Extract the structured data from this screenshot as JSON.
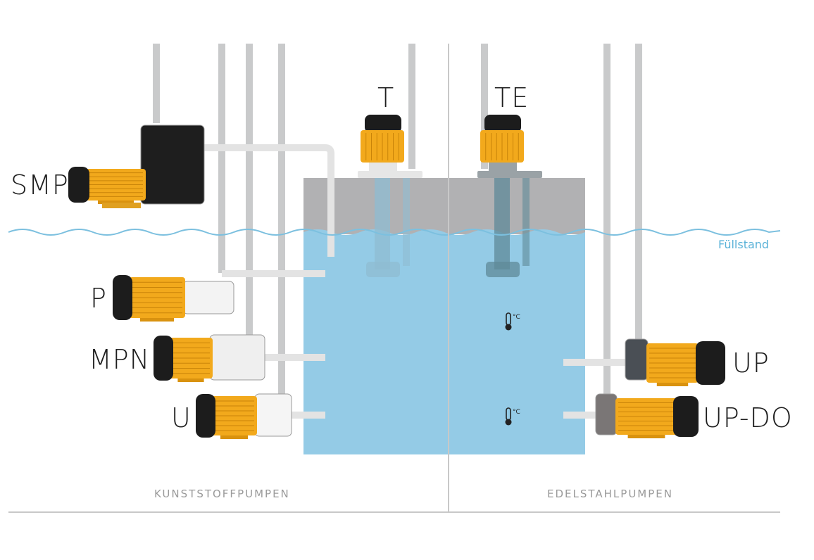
{
  "labels": {
    "smp": "SMP",
    "p": "P",
    "mpn": "MPN",
    "u": "U",
    "t": "T",
    "te": "TE",
    "up": "UP",
    "up_do": "UP-DO"
  },
  "fill_level": "Füllstand",
  "sections": {
    "plastic": "KUNSTSTOFFPUMPEN",
    "steel": "EDELSTAHLPUMPEN"
  },
  "colors": {
    "water": "#94cbe6",
    "tank_top": "#b1b1b3",
    "pipe": "#c9cacb",
    "pipe_light": "#e3e3e3",
    "motor": "#f2a91c",
    "wave": "#7cc0df"
  }
}
